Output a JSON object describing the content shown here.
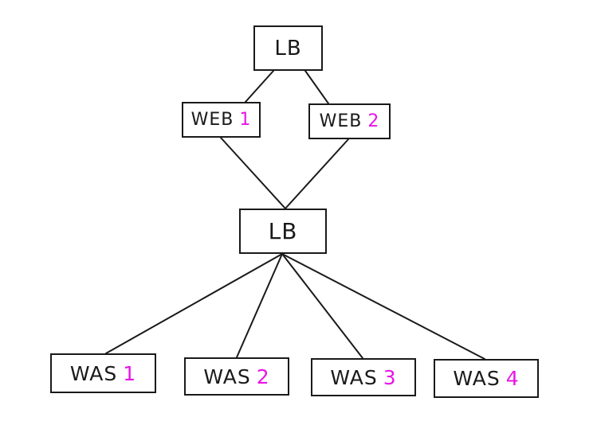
{
  "colors": {
    "line": "#1a1a1a",
    "number": "#e815e6",
    "background": "#ffffff"
  },
  "nodes": {
    "lb_top": {
      "label": "LB",
      "number": ""
    },
    "web_1": {
      "label": "WEB",
      "number": "1"
    },
    "web_2": {
      "label": "WEB",
      "number": "2"
    },
    "lb_mid": {
      "label": "LB",
      "number": ""
    },
    "was_1": {
      "label": "WAS",
      "number": "1"
    },
    "was_2": {
      "label": "WAS",
      "number": "2"
    },
    "was_3": {
      "label": "WAS",
      "number": "3"
    },
    "was_4": {
      "label": "WAS",
      "number": "4"
    }
  },
  "edges": [
    {
      "from": "lb_top",
      "to": "web_1"
    },
    {
      "from": "lb_top",
      "to": "web_2"
    },
    {
      "from": "web_1",
      "to": "lb_mid"
    },
    {
      "from": "web_2",
      "to": "lb_mid"
    },
    {
      "from": "lb_mid",
      "to": "was_1"
    },
    {
      "from": "lb_mid",
      "to": "was_2"
    },
    {
      "from": "lb_mid",
      "to": "was_3"
    },
    {
      "from": "lb_mid",
      "to": "was_4"
    }
  ]
}
